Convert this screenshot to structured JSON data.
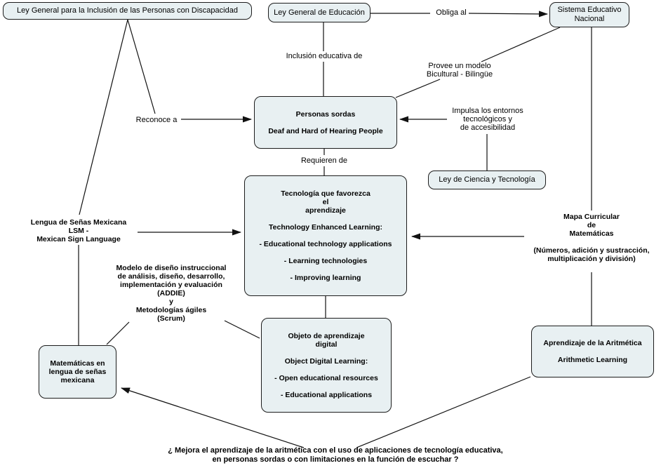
{
  "diagram": {
    "title_hint": "Concept map: educational technology for deaf people (Mexico)",
    "colors": {
      "node_fill": "#e8f0f2",
      "node_border": "#1c1c1c",
      "line": "#111111",
      "text": "#000000"
    },
    "nodes": {
      "ley_inclusion": {
        "label": "Ley General para la Inclusión de las Personas con Discapacidad"
      },
      "ley_educacion": {
        "label": "Ley General de Educación"
      },
      "sistema_educativo": {
        "label": "Sistema Educativo\nNacional"
      },
      "personas_sordas": {
        "label": "Personas sordas\n\nDeaf and Hard of Hearing People"
      },
      "ley_ciencia": {
        "label": "Ley de Ciencia y Tecnología"
      },
      "tecnologia": {
        "label": "Tecnología que favorezca\nel\naprendizaje\n\nTechnology Enhanced Learning:\n\n- Educational technology applications\n\n- Learning technologies\n\n- Improving learning"
      },
      "objeto": {
        "label": "Objeto de aprendizaje\ndigital\n\nObject Digital Learning:\n\n- Open educational resources\n\n- Educational applications"
      },
      "matematicas": {
        "label": "Matemáticas en\nlengua de señas\nmexicana"
      },
      "aprendizaje": {
        "label": "Aprendizaje de la Aritmética\n\nArithmetic Learning"
      }
    },
    "free_texts": {
      "lengua": {
        "label": "Lengua de Señas Mexicana\nLSM -\nMexican Sign Language"
      },
      "modelo": {
        "label": "Modelo de diseño instruccional\nde análisis, diseño, desarrollo,\nimplementación y evaluación\n(ADDIE)\ny\nMetodologías ágiles\n(Scrum)"
      },
      "mapa": {
        "label": "Mapa Curricular\nde\nMatemáticas\n\n(Números, adición y sustracción,\nmultiplicación y división)"
      },
      "question": {
        "label": "¿ Mejora el aprendizaje de la aritmética con el uso de aplicaciones de tecnología educativa,\nen personas sordas o con limitaciones en la función de escuchar ?"
      }
    },
    "edge_labels": {
      "obliga": {
        "label": "Obliga al"
      },
      "inclusion": {
        "label": "Inclusión educativa de"
      },
      "provee": {
        "label": "Provee un modelo\nBicultural - Bilingüe"
      },
      "reconoce": {
        "label": "Reconoce a"
      },
      "impulsa": {
        "label": "Impulsa los entornos\ntecnológicos y\nde accesibilidad"
      },
      "requieren": {
        "label": "Requieren de"
      }
    },
    "edges": [
      {
        "from": "ley_educacion",
        "to": "sistema_educativo",
        "label": "Obliga al",
        "arrow": true
      },
      {
        "from": "ley_educacion",
        "to": "personas_sordas",
        "label": "Inclusión educativa de",
        "arrow": false
      },
      {
        "from": "ley_inclusion",
        "to": "lengua",
        "label": "",
        "arrow": false
      },
      {
        "from": "ley_inclusion",
        "to": "personas_sordas",
        "label": "Reconoce a",
        "arrow": true
      },
      {
        "from": "sistema_educativo",
        "to": "personas_sordas",
        "label": "Provee un modelo Bicultural - Bilingüe",
        "arrow": false
      },
      {
        "from": "sistema_educativo",
        "to": "mapa",
        "label": "",
        "arrow": false
      },
      {
        "from": "ley_ciencia",
        "to": "personas_sordas",
        "label": "Impulsa los entornos tecnológicos y de accesibilidad",
        "arrow": true
      },
      {
        "from": "personas_sordas",
        "to": "tecnologia",
        "label": "Requieren de",
        "arrow": false
      },
      {
        "from": "lengua",
        "to": "tecnologia",
        "label": "",
        "arrow": true
      },
      {
        "from": "lengua",
        "to": "matematicas",
        "label": "",
        "arrow": false
      },
      {
        "from": "mapa",
        "to": "tecnologia",
        "label": "",
        "arrow": true
      },
      {
        "from": "mapa",
        "to": "aprendizaje",
        "label": "",
        "arrow": false
      },
      {
        "from": "modelo",
        "to": "matematicas",
        "label": "",
        "arrow": false
      },
      {
        "from": "modelo",
        "to": "objeto",
        "label": "",
        "arrow": false
      },
      {
        "from": "tecnologia",
        "to": "objeto",
        "label": "",
        "arrow": false
      },
      {
        "from": "question",
        "to": "matematicas",
        "label": "",
        "arrow": true
      },
      {
        "from": "aprendizaje",
        "to": "question",
        "label": "",
        "arrow": false
      }
    ]
  }
}
